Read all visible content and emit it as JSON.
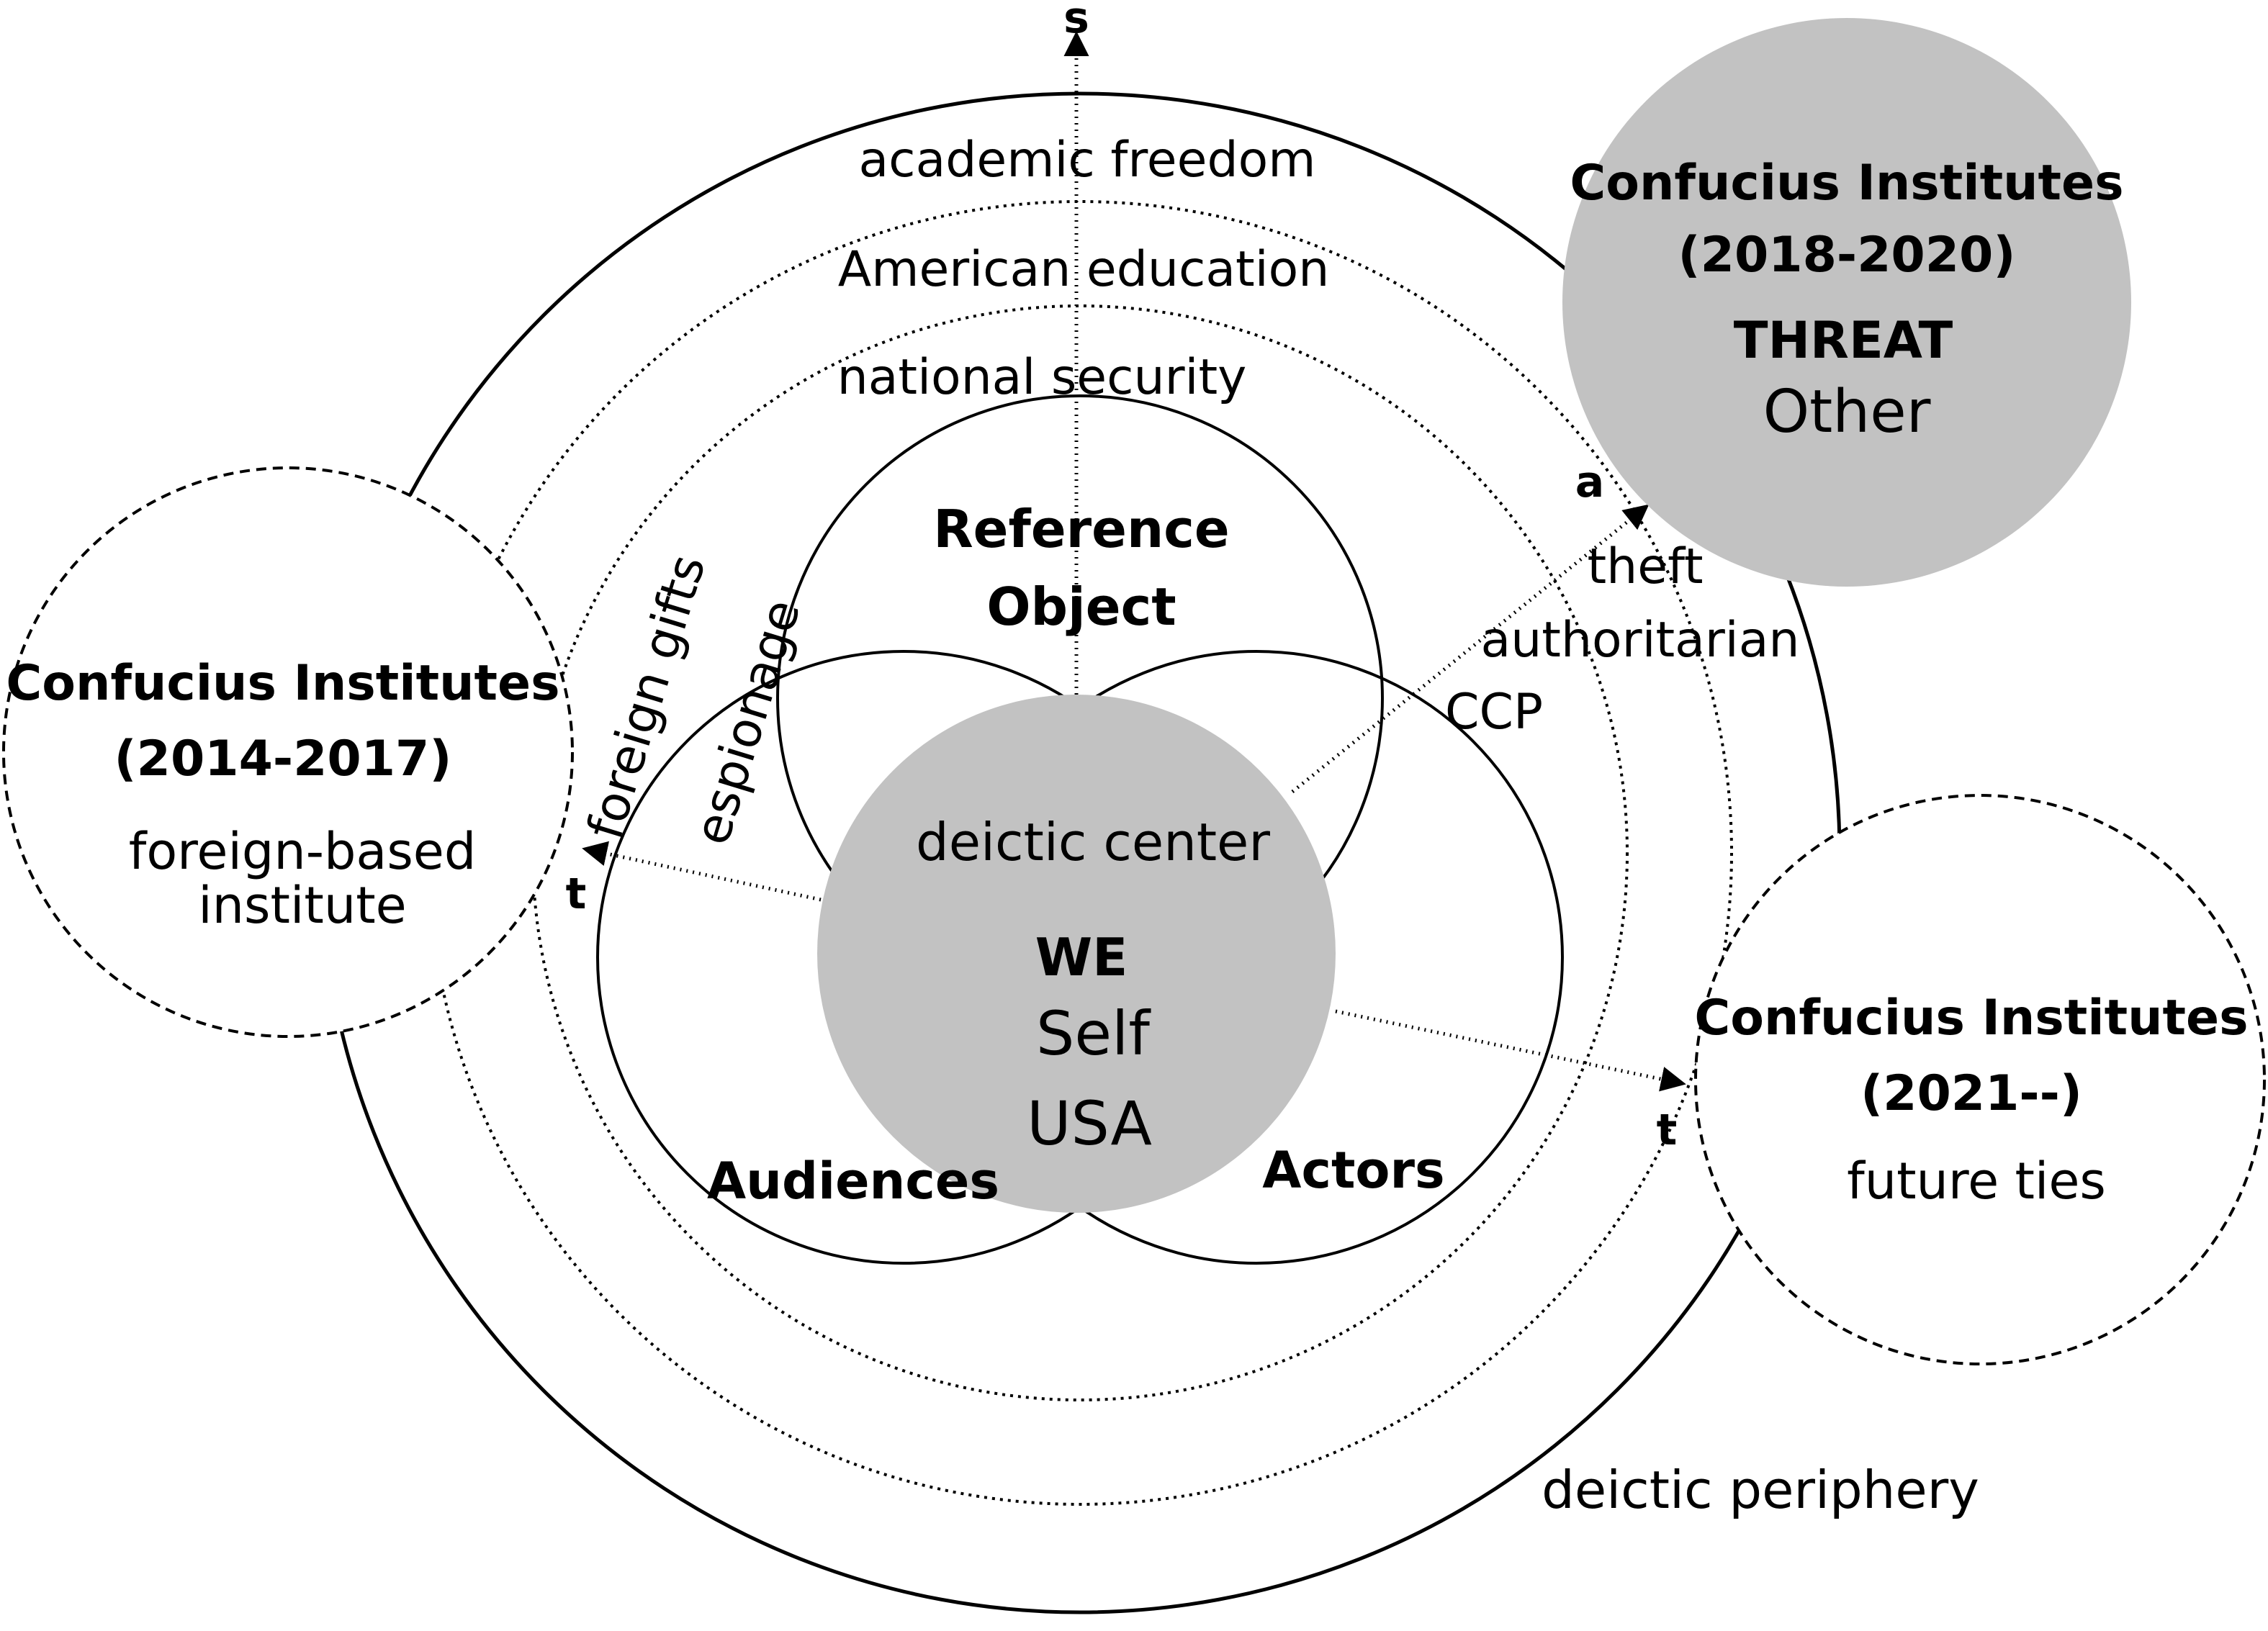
{
  "axes": {
    "s_label": "s",
    "a_label": "a",
    "t_left_label": "t",
    "t_right_label": "t"
  },
  "rings": {
    "outer_label": "academic freedom",
    "middle_label": "American education",
    "inner_label": "national security",
    "periphery_label": "deictic periphery"
  },
  "venn": {
    "reference_line1": "Reference",
    "reference_line2": "Object",
    "audiences": "Audiences",
    "actors": "Actors"
  },
  "center": {
    "title": "deictic center",
    "we": "WE",
    "self": "Self",
    "usa": "USA"
  },
  "left_node": {
    "title": "Confucius Institutes",
    "years": "(2014-2017)",
    "desc_line1": "foreign-based",
    "desc_line2": "institute",
    "axis_terms": [
      "foreign gifts",
      "espionage"
    ]
  },
  "top_right_node": {
    "title": "Confucius Institutes",
    "years": "(2018-2020)",
    "threat": "THREAT",
    "other": "Other",
    "axis_terms": [
      "theft",
      "authoritarian",
      "CCP"
    ]
  },
  "bottom_right_node": {
    "title": "Confucius Institutes",
    "years": "(2021--)",
    "desc": "future ties"
  },
  "colors": {
    "fill_gray": "#c2c2c2",
    "stroke": "#000000",
    "background": "#ffffff"
  }
}
